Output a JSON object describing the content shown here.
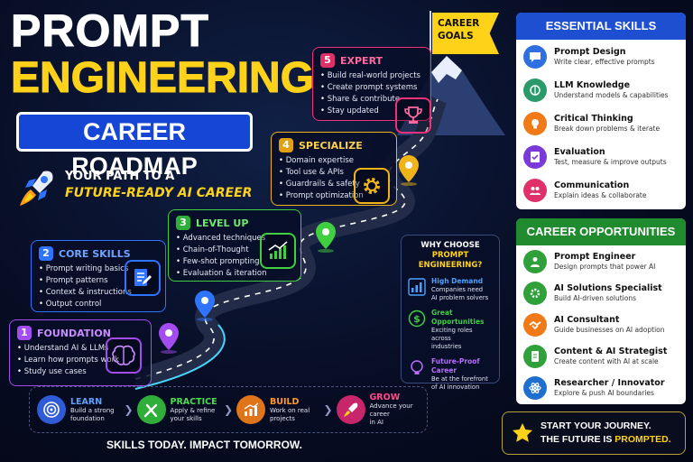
{
  "title": {
    "line1": "PROMPT",
    "line2": "ENGINEERING",
    "banner": "CAREER ROADMAP"
  },
  "tagline": {
    "line1": "YOUR PATH TO A",
    "line2": "FUTURE-READY AI CAREER"
  },
  "goal_flag": {
    "line1": "CAREER",
    "line2": "GOALS"
  },
  "stages": [
    {
      "num": "1",
      "title": "FOUNDATION",
      "color": "#a34cf0",
      "items": [
        "Understand AI & LLMs",
        "Learn how prompts work",
        "Study use cases"
      ],
      "icon": "brain-icon"
    },
    {
      "num": "2",
      "title": "CORE SKILLS",
      "color": "#2f74ff",
      "items": [
        "Prompt writing basics",
        "Prompt patterns",
        "Context & instructions",
        "Output control"
      ],
      "icon": "document-edit-icon"
    },
    {
      "num": "3",
      "title": "LEVEL UP",
      "color": "#3fcf3f",
      "items": [
        "Advanced techniques",
        "Chain-of-Thought",
        "Few-shot prompting",
        "Evaluation & iteration"
      ],
      "icon": "growth-chart-icon"
    },
    {
      "num": "4",
      "title": "SPECIALIZE",
      "color": "#f0b418",
      "items": [
        "Domain expertise",
        "Tool use & APIs",
        "Guardrails & safety",
        "Prompt optimization"
      ],
      "icon": "gear-icon"
    },
    {
      "num": "5",
      "title": "EXPERT",
      "color": "#f0307a",
      "items": [
        "Build real-world projects",
        "Create prompt systems",
        "Share & contribute",
        "Stay updated"
      ],
      "icon": "trophy-icon"
    }
  ],
  "why": {
    "title_line1": "WHY CHOOSE",
    "title_line2": "PROMPT ENGINEERING?",
    "items": [
      {
        "title": "High Demand",
        "desc_line1": "Companies need",
        "desc_line2": "AI problem solvers",
        "color": "#4aa3ff"
      },
      {
        "title": "Great Opportunities",
        "desc_line1": "Exciting roles across",
        "desc_line2": "industries",
        "color": "#3fcf3f"
      },
      {
        "title": "Future-Proof Career",
        "desc_line1": "Be at the forefront",
        "desc_line2": "of AI innovation",
        "color": "#b96cff"
      }
    ]
  },
  "bottom_steps": [
    {
      "label": "LEARN",
      "desc_line1": "Build a strong",
      "desc_line2": "foundation",
      "color": "#2f5bd6",
      "label_color": "#5da0ff"
    },
    {
      "label": "PRACTICE",
      "desc_line1": "Apply & refine",
      "desc_line2": "your skills",
      "color": "#2fae3a",
      "label_color": "#4fdc4f"
    },
    {
      "label": "BUILD",
      "desc_line1": "Work on real",
      "desc_line2": "projects",
      "color": "#e07418",
      "label_color": "#ff9a2a"
    },
    {
      "label": "GROW",
      "desc_line1": "Advance your career",
      "desc_line2": "in AI",
      "color": "#c8266a",
      "label_color": "#ff4d8e"
    }
  ],
  "slogan": "SKILLS TODAY. IMPACT TOMORROW.",
  "essential_skills": {
    "title": "ESSENTIAL SKILLS",
    "color": "#1d4fd0",
    "items": [
      {
        "title": "Prompt Design",
        "desc": "Write clear, effective prompts",
        "color": "#2f6fe0",
        "icon": "chat-icon"
      },
      {
        "title": "LLM Knowledge",
        "desc": "Understand models & capabilities",
        "color": "#2a9a6a",
        "icon": "brain-icon"
      },
      {
        "title": "Critical Thinking",
        "desc": "Break down problems & iterate",
        "color": "#f07a18",
        "icon": "lightbulb-head-icon"
      },
      {
        "title": "Evaluation",
        "desc": "Test, measure & improve outputs",
        "color": "#7a3ad8",
        "icon": "checklist-icon"
      },
      {
        "title": "Communication",
        "desc": "Explain ideas & collaborate",
        "color": "#e0306a",
        "icon": "people-icon"
      }
    ]
  },
  "career_opportunities": {
    "title": "CAREER OPPORTUNITIES",
    "color": "#1f8a2e",
    "items": [
      {
        "title": "Prompt Engineer",
        "desc": "Design prompts that power AI",
        "color": "#2fa03a",
        "icon": "person-icon"
      },
      {
        "title": "AI Solutions Specialist",
        "desc": "Build AI-driven solutions",
        "color": "#2fa03a",
        "icon": "gear-icon"
      },
      {
        "title": "AI Consultant",
        "desc": "Guide businesses on AI adoption",
        "color": "#f07a18",
        "icon": "handshake-icon"
      },
      {
        "title": "Content & AI Strategist",
        "desc": "Create content with AI at scale",
        "color": "#2fa03a",
        "icon": "document-icon"
      },
      {
        "title": "Researcher / Innovator",
        "desc": "Explore & push AI boundaries",
        "color": "#1f6fd0",
        "icon": "atom-icon"
      }
    ]
  },
  "journey": {
    "line1": "START YOUR JOURNEY.",
    "line2_a": "THE FUTURE IS ",
    "line2_b": "PROMPTED."
  }
}
